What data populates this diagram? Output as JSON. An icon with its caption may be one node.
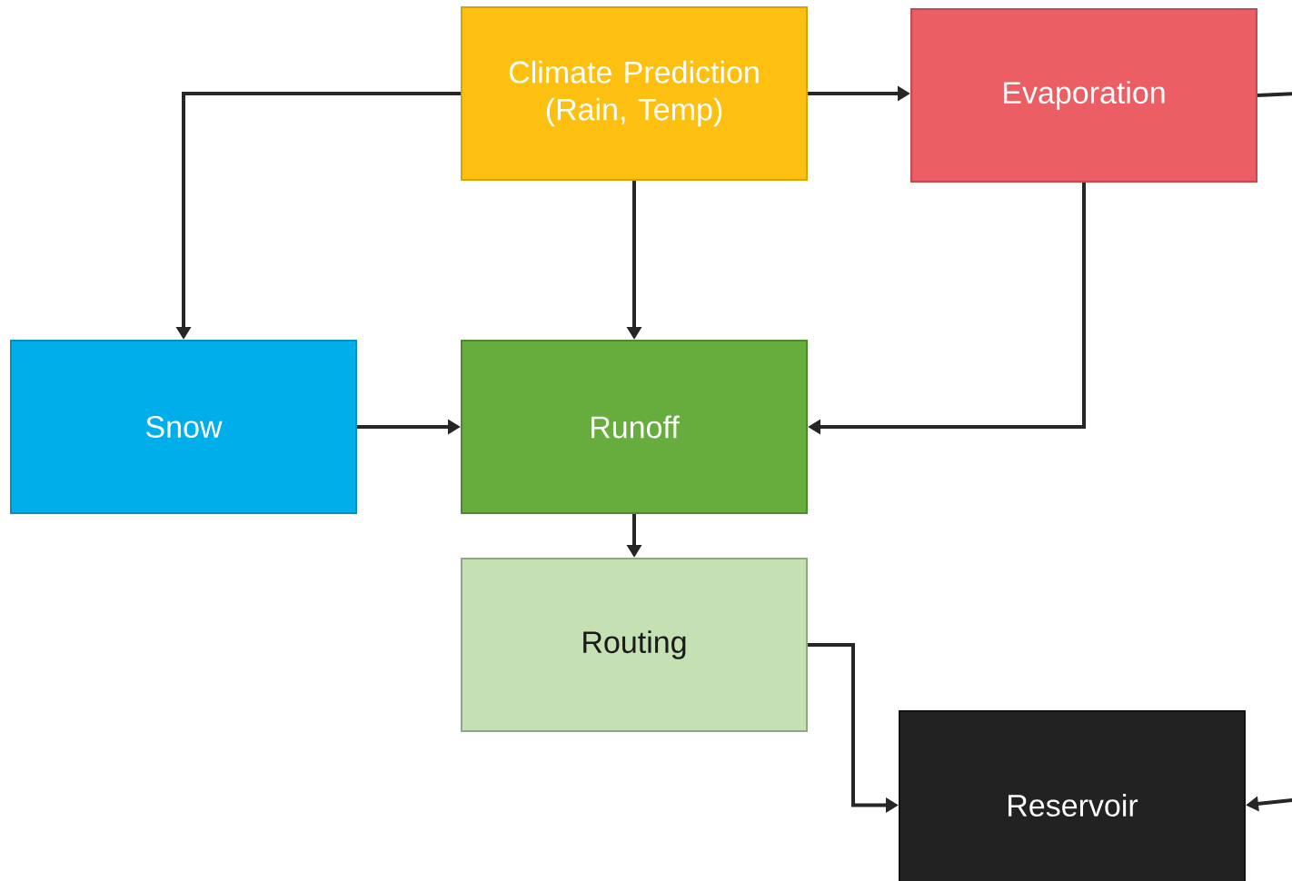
{
  "diagram": {
    "nodes": [
      {
        "text": [
          "Climate Prediction (Rain, Temp)"
        ]
      },
      {
        "text": [
          "Evaporation"
        ]
      },
      {
        "text": [
          "Snow"
        ]
      },
      {
        "text": [
          "Runoff"
        ]
      },
      {
        "text": [
          "Routing"
        ]
      },
      {
        "text": [
          "Reservoir"
        ]
      }
    ],
    "edges": [
      {
        "from": 0,
        "to": 2,
        "arrow": "to"
      },
      {
        "from": 0,
        "to": 1,
        "arrow": "to"
      },
      {
        "from": 0,
        "to": 3,
        "arrow": "to"
      },
      {
        "from": 1,
        "to": 3,
        "arrow": "to"
      },
      {
        "from": 1,
        "to": null,
        "arrow": "none"
      },
      {
        "from": 2,
        "to": 3,
        "arrow": "to"
      },
      {
        "from": 3,
        "to": 4,
        "arrow": "to"
      },
      {
        "from": 4,
        "to": 5,
        "arrow": "to"
      },
      {
        "from": null,
        "to": 5,
        "arrow": "to"
      }
    ]
  }
}
